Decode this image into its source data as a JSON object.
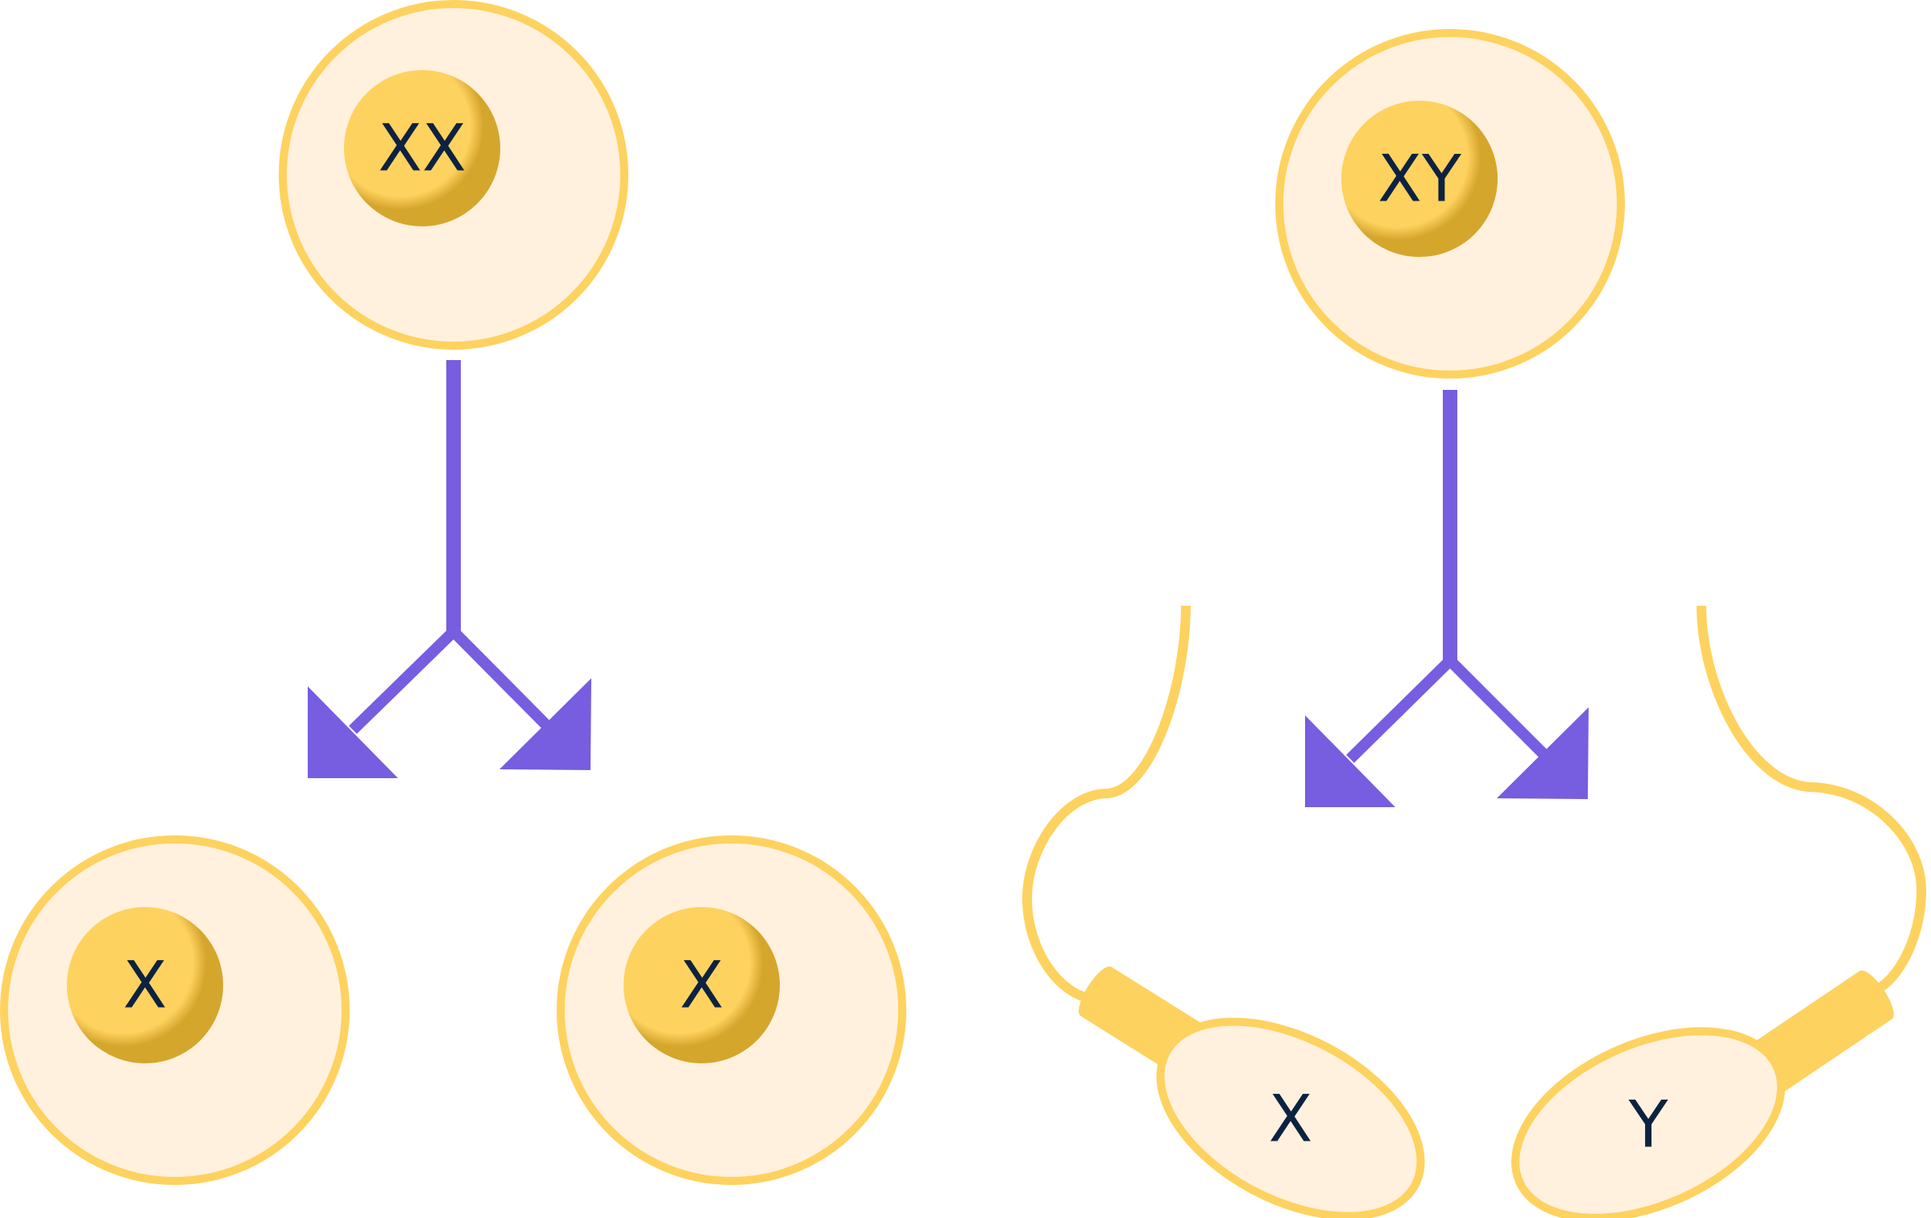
{
  "colors": {
    "cell_fill": "#fff1de",
    "cell_outline": "#fed25f",
    "nucleus_light": "#fed25f",
    "nucleus_dark": "#d5a62c",
    "arrow": "#775de0",
    "label": "#0d2240"
  },
  "female": {
    "parent_cell": {
      "label": "XX"
    },
    "daughter_cells": [
      {
        "label": "X"
      },
      {
        "label": "X"
      }
    ]
  },
  "male": {
    "parent_cell": {
      "label": "XY"
    },
    "sperm_cells": [
      {
        "label": "X"
      },
      {
        "label": "Y"
      }
    ]
  }
}
